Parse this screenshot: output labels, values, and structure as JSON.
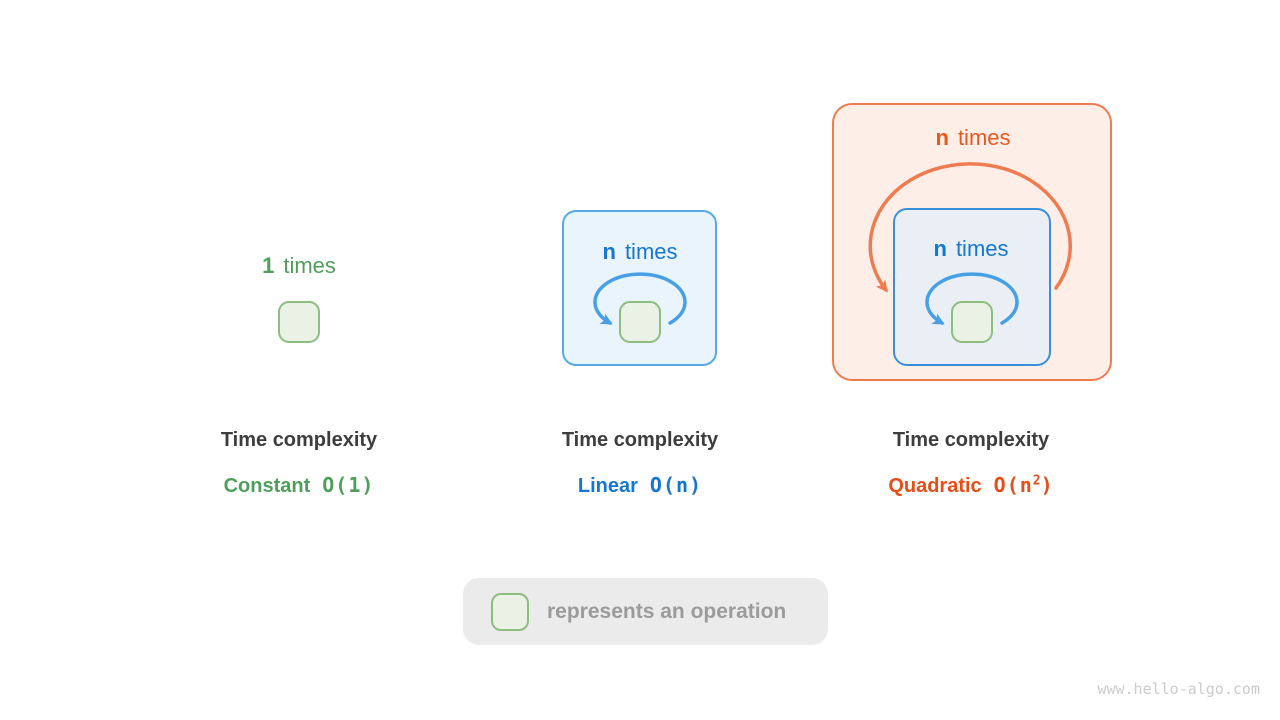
{
  "panels": [
    {
      "loop_count": "1",
      "loop_word": "times",
      "title": "Time complexity",
      "complexity_name": "Constant",
      "big_o_main": "O(1)",
      "big_o_sup": "",
      "big_o_end": ""
    },
    {
      "loop_count": "n",
      "loop_word": "times",
      "title": "Time complexity",
      "complexity_name": "Linear",
      "big_o_main": "O(n)",
      "big_o_sup": "",
      "big_o_end": ""
    },
    {
      "outer_loop_count": "n",
      "outer_loop_word": "times",
      "loop_count": "n",
      "loop_word": "times",
      "title": "Time complexity",
      "complexity_name": "Quadratic",
      "big_o_main": "O(n",
      "big_o_sup": "2",
      "big_o_end": ")"
    }
  ],
  "legend": {
    "label": "represents an operation"
  },
  "watermark": "www.hello-algo.com",
  "colors": {
    "green_text": "#4F9F5B",
    "green_box_border": "#8CBE82",
    "green_box_fill": "#EAF2E5",
    "blue_text": "#1577D2",
    "blue_loop": "#479FE6",
    "blue_frame_border": "#56A9E6",
    "blue_frame_fill": "#E9F4FC",
    "inner_blue_frame_border": "#3990D9",
    "inner_blue_frame_fill": "#E9EFF4",
    "orange_text": "#E8581F",
    "orange_frame_border": "#EE7C50",
    "orange_frame_fill": "#FDEEE7",
    "title_text": "#3D3D3D",
    "legend_bg": "#EBEBEB",
    "legend_text": "#9B9B9B",
    "watermark_text": "#CBCBCB"
  }
}
